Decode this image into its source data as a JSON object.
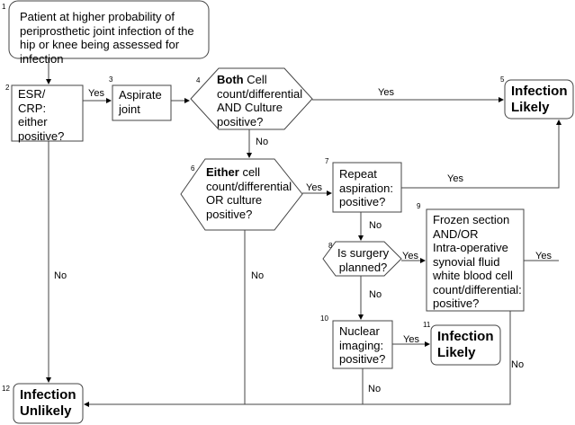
{
  "nodes": {
    "n1": {
      "num": "1",
      "text": "Patient at higher probability of periprosthetic joint infection of the hip or knee being assessed for infection"
    },
    "n2": {
      "num": "2",
      "line1": "ESR/",
      "line2": "CRP:",
      "line3": "either",
      "line4": "positive?"
    },
    "n3": {
      "num": "3",
      "line1": "Aspirate",
      "line2": "joint"
    },
    "n4": {
      "num": "4",
      "bold": "Both",
      "rest": " Cell",
      "line2": "count/differential",
      "line3": "AND Culture",
      "line4": "positive?"
    },
    "n5": {
      "num": "5",
      "line1": "Infection",
      "line2": "Likely"
    },
    "n6": {
      "num": "6",
      "bold": "Either",
      "rest": " cell",
      "line2": "count/differential",
      "line3": "OR culture",
      "line4": "positive?"
    },
    "n7": {
      "num": "7",
      "line1": "Repeat",
      "line2": "aspiration:",
      "line3": "positive?"
    },
    "n8": {
      "num": "8",
      "line1": "Is surgery",
      "line2": "planned?"
    },
    "n9": {
      "num": "9",
      "line1": "Frozen section",
      "line2": "AND/OR",
      "line3": "Intra-operative",
      "line4": "synovial fluid",
      "line5": "white blood cell",
      "line6": "count/differential:",
      "line7": "positive?"
    },
    "n10": {
      "num": "10",
      "line1": "Nuclear",
      "line2": "imaging:",
      "line3": "positive?"
    },
    "n11": {
      "num": "11",
      "line1": "Infection",
      "line2": "Likely"
    },
    "n12": {
      "num": "12",
      "line1": "Infection",
      "line2": "Unlikely"
    }
  },
  "edges": {
    "e2_3": "Yes",
    "e4_5": "Yes",
    "e4_6": "No",
    "e6_7": "Yes",
    "e7_5": "Yes",
    "e7_8": "No",
    "e8_9": "Yes",
    "e9_5": "Yes",
    "e8_10": "No",
    "e10_11": "Yes",
    "e2_12": "No",
    "e6_12": "No",
    "e10_12": "No",
    "e9_12": "No"
  }
}
